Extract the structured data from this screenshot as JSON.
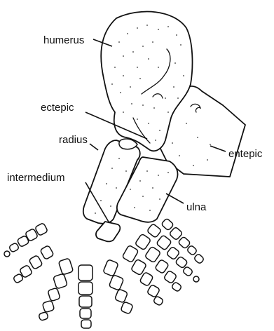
{
  "figure": {
    "labels": {
      "humerus": "humerus",
      "ectepic": "ectepic",
      "entepic": "entepic",
      "radius": "radius",
      "intermedium": "intermedium",
      "ulna": "ulna"
    }
  }
}
